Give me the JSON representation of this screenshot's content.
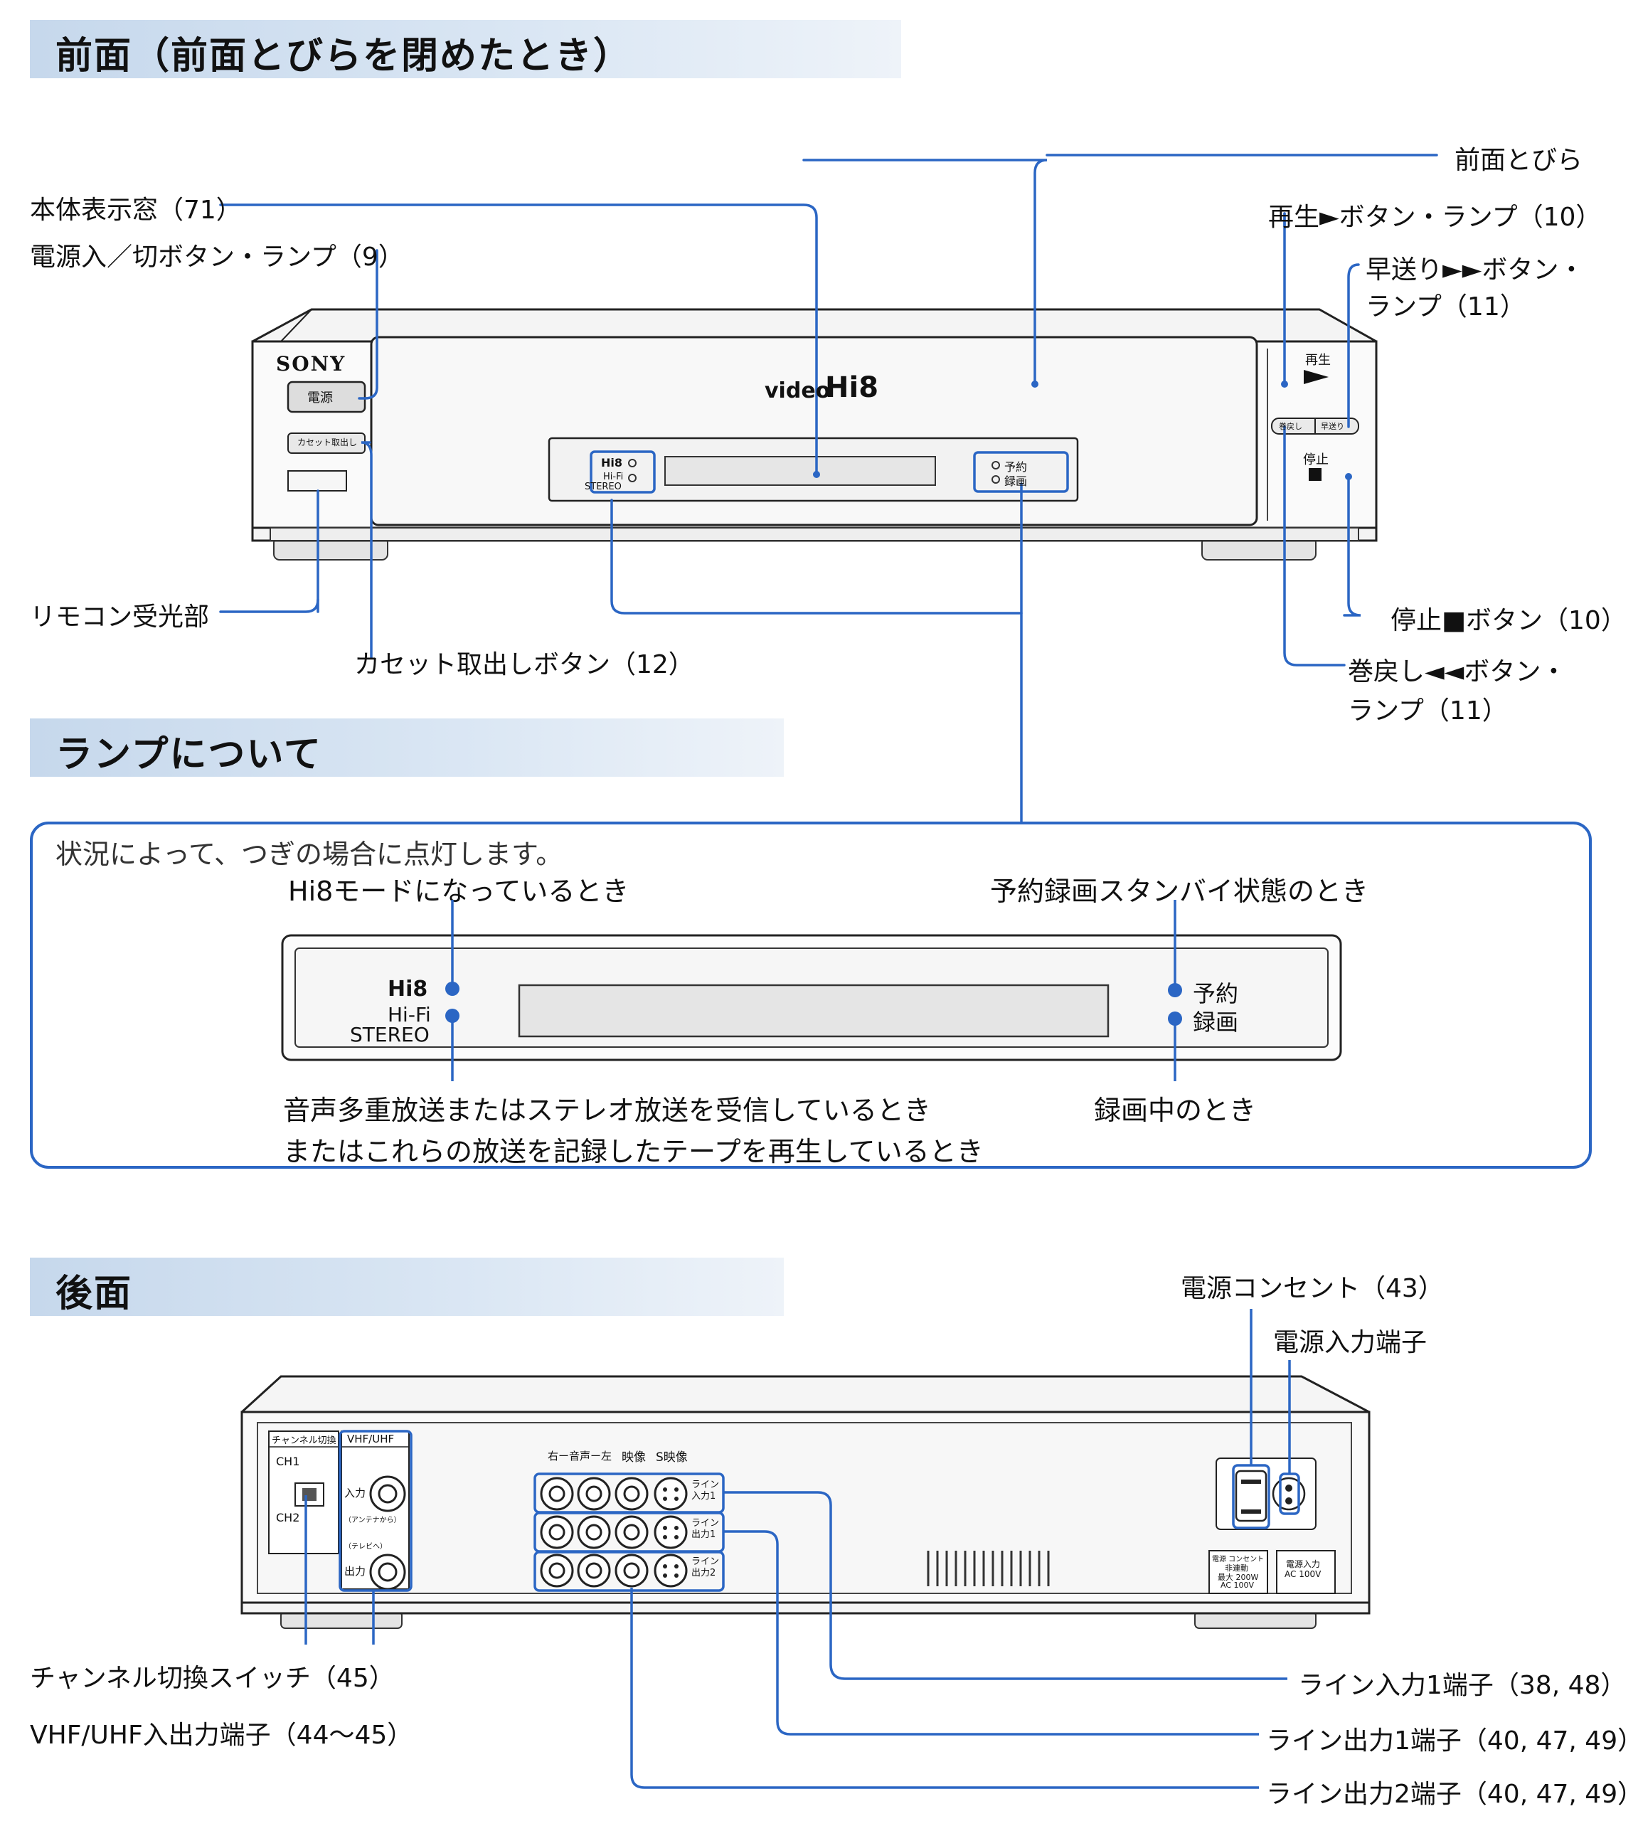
{
  "sections": {
    "front_title": "前面（前面とびらを閉めたとき）",
    "lamp_title": "ランプについて",
    "rear_title": "後面"
  },
  "front_labels": {
    "display_window": "本体表示窓（71）",
    "power_button": "電源入／切ボタン・ランプ（9）",
    "remote_sensor": "リモコン受光部",
    "eject_button": "カセット取出しボタン（12）",
    "front_door": "前面とびら",
    "play_button": "再生►ボタン・ランプ（10）",
    "ff_button_line1": "早送り►►ボタン・",
    "ff_button_line2": "ランプ（11）",
    "stop_button": "停止■ボタン（10）",
    "rew_button_line1": "巻戻し◄◄ボタン・",
    "rew_button_line2": "ランプ（11）"
  },
  "device_front": {
    "brand": "SONY",
    "logo_prefix": "video",
    "logo_main": "Hi8",
    "power_label": "電源",
    "eject_label": "カセット取出し",
    "hi8_badge": "Hi8",
    "hifi": "Hi-Fi",
    "stereo": "STEREO",
    "yoyaku": "予約",
    "rokuga": "録画",
    "play_label": "再生",
    "stop_label": "停止",
    "rew_label": "巻戻し",
    "ff_label": "早送り"
  },
  "lamp_section": {
    "intro": "状況によって、つぎの場合に点灯します。",
    "hi8_mode": "Hi8モードになっているとき",
    "standby": "予約録画スタンバイ状態のとき",
    "stereo_line1": "音声多重放送またはステレオ放送を受信しているとき",
    "stereo_line2": "またはこれらの放送を記録したテープを再生しているとき",
    "recording": "録画中のとき",
    "panel_hi8": "Hi8",
    "panel_hifi": "Hi-Fi",
    "panel_stereo": "STEREO",
    "panel_yoyaku": "予約",
    "panel_rokuga": "録画"
  },
  "rear_labels": {
    "outlet": "電源コンセント（43）",
    "power_input": "電源入力端子",
    "channel_switch": "チャンネル切換スイッチ（45）",
    "vhf_uhf": "VHF/UHF入出力端子（44〜45）",
    "line_in1": "ライン入力1端子（38, 48）",
    "line_out1": "ライン出力1端子（40, 47, 49）",
    "line_out2": "ライン出力2端子（40, 47, 49）"
  },
  "device_rear": {
    "ch_switch": "チャンネル切換",
    "ch1": "CH1",
    "ch2": "CH2",
    "vhf_uhf": "VHF/UHF",
    "input": "入力",
    "output": "出力",
    "from_antenna": "（アンテナから）",
    "to_tv": "（テレビへ）",
    "audio_header": "右ー音声ー左",
    "video_header": "映像",
    "svideo_header": "S映像",
    "line_in1": "ライン入力1",
    "line_out1": "ライン出力1",
    "line_out2": "ライン出力2",
    "outlet_spec_1": "電源 コンセント",
    "outlet_spec_2": "非連動",
    "outlet_spec_3": "最大 200W",
    "outlet_spec_4": "AC 100V",
    "power_in_1": "電源入力",
    "power_in_2": "AC 100V"
  },
  "colors": {
    "accent_blue": "#2b66c4",
    "heading_band": "#c6d8ec"
  }
}
